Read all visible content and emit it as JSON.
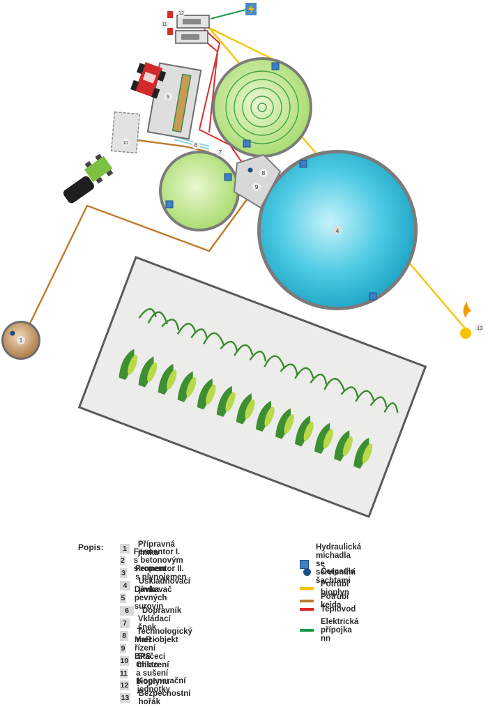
{
  "diagram": {
    "labels": {
      "n1": "1",
      "n4": "4",
      "n5": "5",
      "n6": "6",
      "n7": "7",
      "n8": "8",
      "n9": "9",
      "n10": "10",
      "n11": "11",
      "n12": "12",
      "n13": "13"
    }
  },
  "legend": {
    "title": "Popis:",
    "items": [
      {
        "num": "1",
        "label": "Přípravná jímka"
      },
      {
        "num": "2",
        "label": "Fermentor I. s betonovým stropem"
      },
      {
        "num": "3",
        "label": "Fermentor II. s plynojemen"
      },
      {
        "num": "4",
        "label": "Uskladňovací jímka"
      },
      {
        "num": "5",
        "label": "Dávkovač pevných surovin"
      },
      {
        "num": "6",
        "label": "Dopravník"
      },
      {
        "num": "7",
        "label": "Vkládací šnek"
      },
      {
        "num": "8",
        "label": "Technologický meziobjekt"
      },
      {
        "num": "9",
        "label": "MaR - řízení BPS"
      },
      {
        "num": "10",
        "label": "Stáčecí místo"
      },
      {
        "num": "11",
        "label": "Chlazení a sušení bioplynu"
      },
      {
        "num": "12",
        "label": "Kogenerační jednotky"
      },
      {
        "num": "13",
        "label": "Bezpečnostní hořák"
      }
    ],
    "symbols": {
      "mixer_line1": "Hydraulická míchadla",
      "mixer_line2": "se servisními šachtami",
      "pump": "Čerpadla",
      "biogas": "Potrubí bioplyn",
      "slurry": "Potrubí kejda",
      "heat": "Teplovod",
      "electric": "Elektrická přípojka nn"
    },
    "colors": {
      "biogas": "#f5c400",
      "slurry": "#c07a2c",
      "heat": "#d92b2b",
      "electric": "#1a9a4a"
    }
  }
}
